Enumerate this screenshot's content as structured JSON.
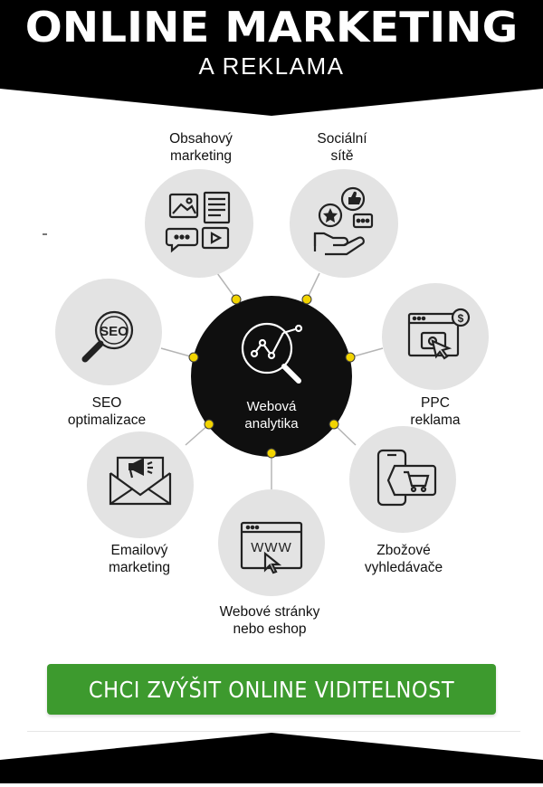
{
  "header": {
    "title": "ONLINE MARKETING",
    "subtitle": "A REKLAMA"
  },
  "diagram": {
    "center": {
      "icon": "magnifier-analytics-icon",
      "line1": "Webová",
      "line2": "analytika"
    },
    "nodes": [
      {
        "id": "obsahovy-marketing",
        "icon": "content-media-icon",
        "lines": [
          "Obsahový",
          "marketing"
        ]
      },
      {
        "id": "socialni-site",
        "icon": "social-hand-icon",
        "lines": [
          "Sociální",
          "sítě"
        ]
      },
      {
        "id": "seo",
        "icon": "seo-magnifier-icon",
        "lines": [
          "SEO",
          "optimalizace"
        ]
      },
      {
        "id": "ppc",
        "icon": "ppc-click-icon",
        "lines": [
          "PPC",
          "reklama"
        ]
      },
      {
        "id": "emailovy",
        "icon": "email-megaphone-icon",
        "lines": [
          "Emailový",
          "marketing"
        ]
      },
      {
        "id": "zbozove",
        "icon": "phone-cart-icon",
        "lines": [
          "Zbožové",
          "vyhledávače"
        ]
      },
      {
        "id": "webove-stranky",
        "icon": "www-browser-icon",
        "lines": [
          "Webové stránky",
          "nebo eshop"
        ]
      }
    ],
    "colors": {
      "node_fill": "#e3e3e3",
      "center_fill": "#0f0f0f",
      "dot": "#f2d400",
      "connector": "#b5b5b5",
      "icon_stroke": "#222222"
    }
  },
  "cta": {
    "label": "CHCI ZVÝŠIT ONLINE VIDITELNOST",
    "color": "#3d9a2e"
  }
}
